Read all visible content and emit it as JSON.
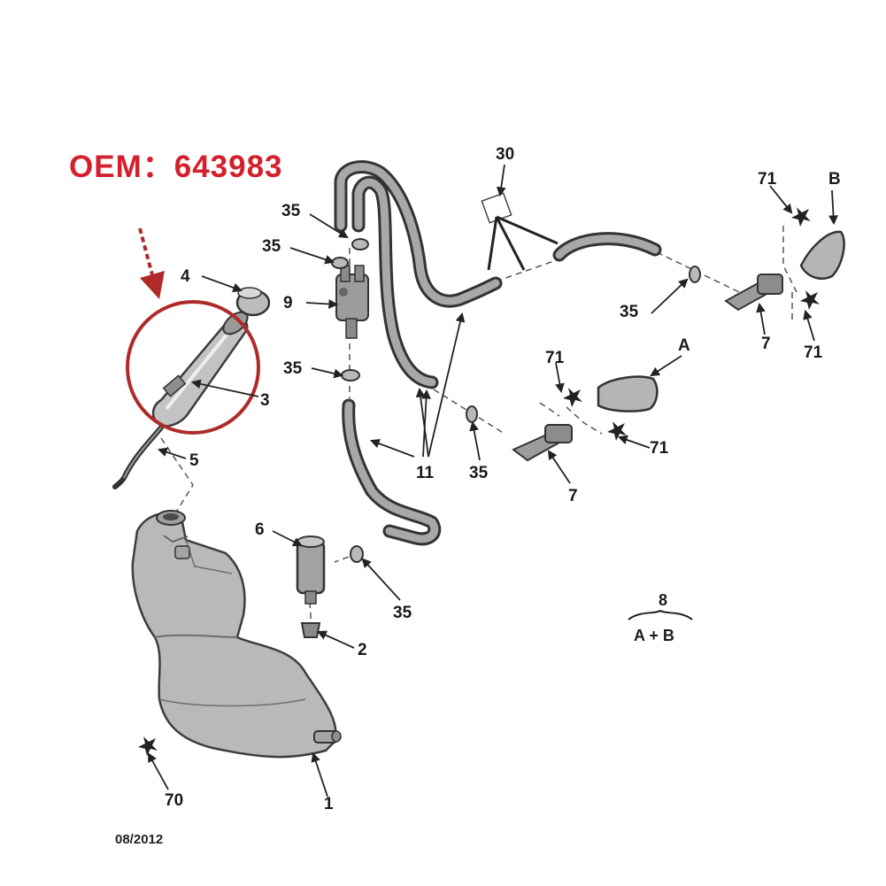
{
  "header": {
    "oem_label": "OEM：643983",
    "highlight_color": "#c0262c"
  },
  "footer": {
    "date": "08/2012"
  },
  "legend": {
    "group_number": "8",
    "group_parts": "A + B"
  },
  "callouts": [
    {
      "id": "c30",
      "text": "30"
    },
    {
      "id": "c35a",
      "text": "35"
    },
    {
      "id": "c35b",
      "text": "35"
    },
    {
      "id": "c4",
      "text": "4"
    },
    {
      "id": "c9",
      "text": "9"
    },
    {
      "id": "c35c",
      "text": "35"
    },
    {
      "id": "c3",
      "text": "3"
    },
    {
      "id": "c5",
      "text": "5"
    },
    {
      "id": "c11",
      "text": "11"
    },
    {
      "id": "c35d",
      "text": "35"
    },
    {
      "id": "c7a",
      "text": "7"
    },
    {
      "id": "cA",
      "text": "A"
    },
    {
      "id": "c71a",
      "text": "71"
    },
    {
      "id": "c71b",
      "text": "71"
    },
    {
      "id": "c71c",
      "text": "71"
    },
    {
      "id": "cB",
      "text": "B"
    },
    {
      "id": "c71d",
      "text": "71"
    },
    {
      "id": "c35e",
      "text": "35"
    },
    {
      "id": "c7b",
      "text": "7"
    },
    {
      "id": "c6",
      "text": "6"
    },
    {
      "id": "c35f",
      "text": "35"
    },
    {
      "id": "c2",
      "text": "2"
    },
    {
      "id": "c70",
      "text": "70"
    },
    {
      "id": "c1",
      "text": "1"
    }
  ]
}
